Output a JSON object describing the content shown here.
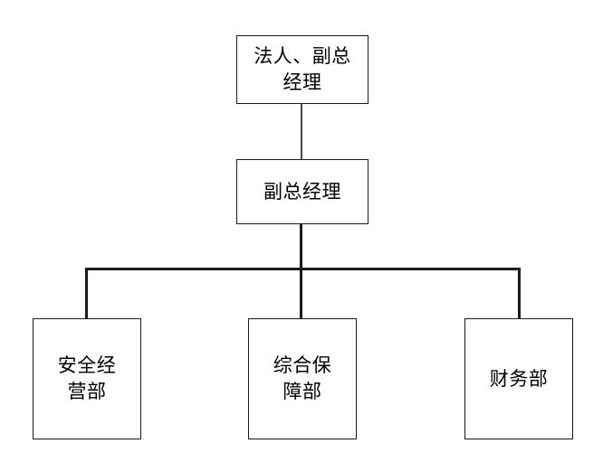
{
  "diagram": {
    "type": "organization-chart",
    "orientation": "top-down",
    "background_color": "#ffffff",
    "line_color": "#1a1a1a",
    "box_border_color": "#1a1a1a",
    "text_color": "#000000",
    "nodes": {
      "ceo": {
        "label": "法人、副总\n经理",
        "label_plain": "法人、副总经理",
        "level": 1
      },
      "vice_gm": {
        "label": "副总经理",
        "label_plain": "副总经理",
        "level": 2
      },
      "departments": [
        {
          "label": "安全经\n营部",
          "label_plain": "安全经营部",
          "level": 3
        },
        {
          "label": "综合保\n障部",
          "label_plain": "综合保障部",
          "level": 3
        },
        {
          "label": "财务部",
          "label_plain": "财务部",
          "level": 3
        }
      ]
    },
    "edges": [
      {
        "from": "ceo",
        "to": "vice_gm"
      },
      {
        "from": "vice_gm",
        "to": "安全经营部"
      },
      {
        "from": "vice_gm",
        "to": "综合保障部"
      },
      {
        "from": "vice_gm",
        "to": "财务部"
      }
    ]
  }
}
